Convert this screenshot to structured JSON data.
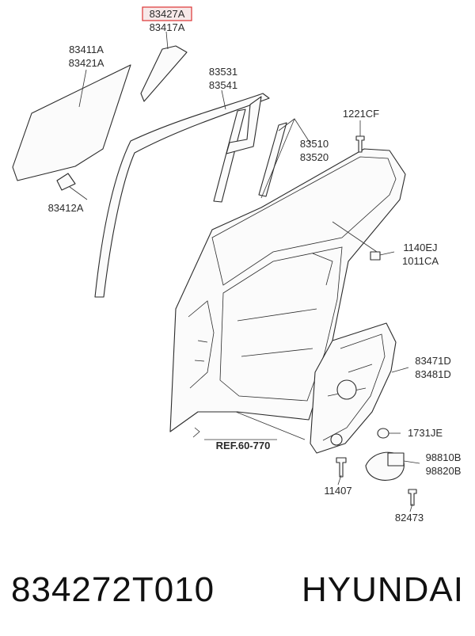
{
  "diagram": {
    "highlight_color": "#dd3333",
    "labels": {
      "p83427A": "83427A",
      "p83417A": "83417A",
      "p83411A": "83411A",
      "p83421A": "83421A",
      "p83412A": "83412A",
      "p83531": "83531",
      "p83541": "83541",
      "p83510": "83510",
      "p83520": "83520",
      "p1221CF": "1221CF",
      "p1140EJ": "1140EJ",
      "p1011CA": "1011CA",
      "p83471D": "83471D",
      "p83481D": "83481D",
      "p1731JE": "1731JE",
      "p98810B": "98810B",
      "p98820B": "98820B",
      "p11407": "11407",
      "p82473": "82473",
      "ref": "REF.60-770"
    }
  },
  "footer": {
    "part_number": "834272T010",
    "brand": "HYUNDAI"
  }
}
